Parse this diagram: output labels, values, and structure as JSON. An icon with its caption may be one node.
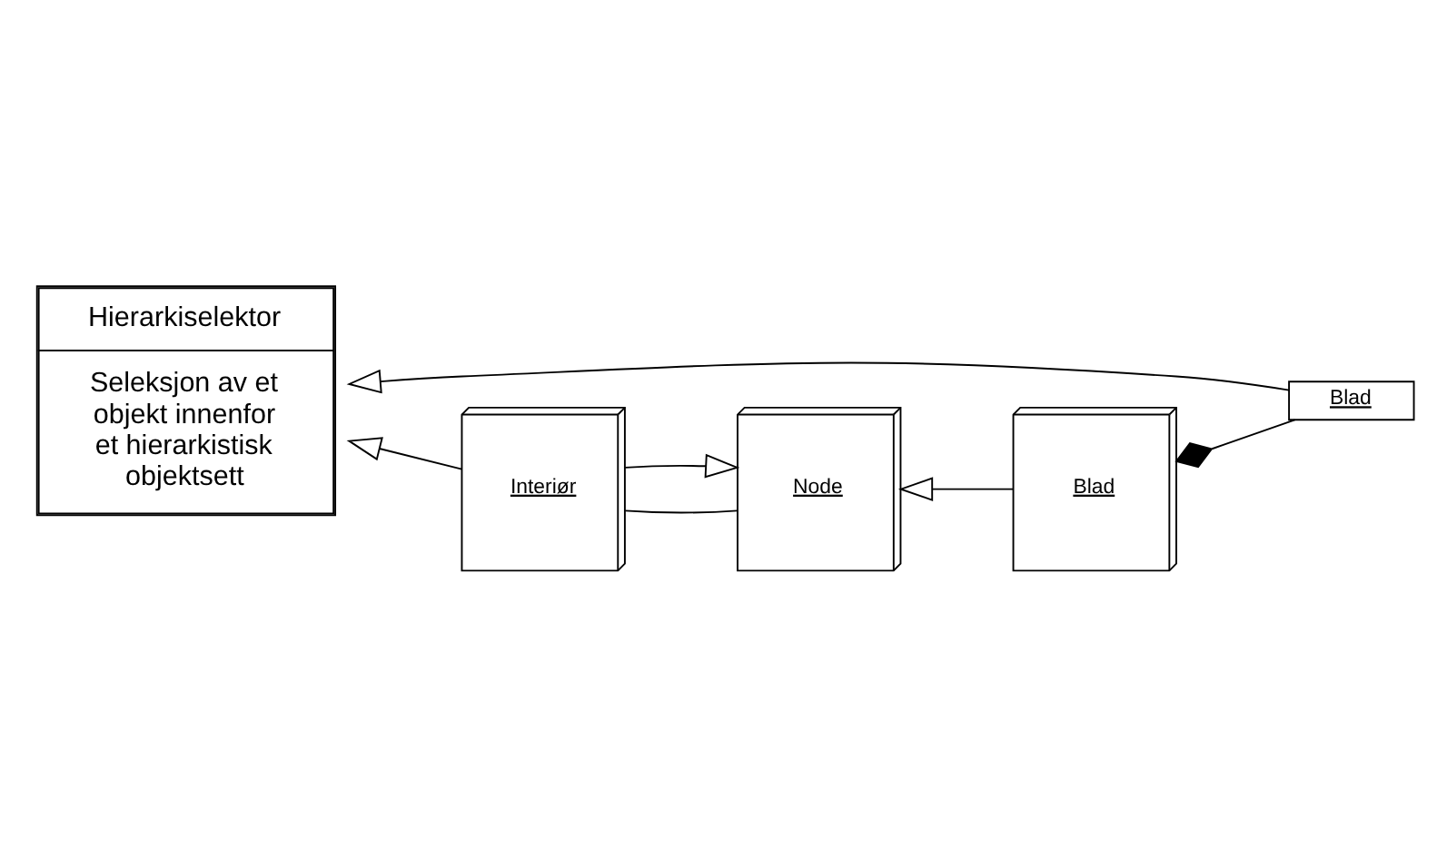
{
  "diagram": {
    "nodes": [
      {
        "text": [
          "Node"
        ]
      },
      {
        "text": [
          "Interiør"
        ]
      },
      {
        "text": [
          "Hierarkiselektor",
          "Seleksjon av et objekt innenfor et hierarkistisk objektsett"
        ]
      },
      {
        "text": [
          "Blad"
        ]
      },
      {
        "text": [
          "Blad"
        ]
      }
    ],
    "edges": [
      {
        "from": 1,
        "to": 0,
        "arrow": "to"
      },
      {
        "from": 3,
        "to": 0,
        "arrow": "to"
      },
      {
        "from": 0,
        "to": 1,
        "arrow": "none"
      },
      {
        "from": 1,
        "to": 2,
        "arrow": "to"
      },
      {
        "from": 4,
        "to": 2,
        "arrow": "to"
      },
      {
        "from": 4,
        "to": 3,
        "arrow": "other"
      }
    ]
  }
}
